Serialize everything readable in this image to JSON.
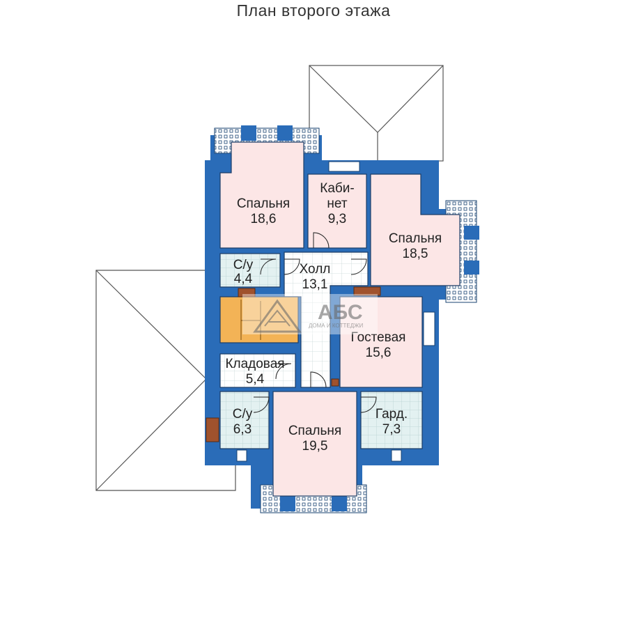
{
  "title": "План второго этажа",
  "logo": {
    "text": "АБС",
    "subtitle": "ДОМА И КОТТЕДЖИ"
  },
  "rooms": [
    {
      "name": "Спальня",
      "area": "18,6"
    },
    {
      "name_line1": "Каби-",
      "name_line2": "нет",
      "area": "9,3"
    },
    {
      "name": "Спальня",
      "area": "18,5"
    },
    {
      "name": "С/у",
      "area": "4,4"
    },
    {
      "name": "Холл",
      "area": "13,1"
    },
    {
      "name": "Гостевая",
      "area": "15,6"
    },
    {
      "name": "Кладовая",
      "area": "5,4"
    },
    {
      "name": "С/у",
      "area": "6,3"
    },
    {
      "name": "Спальня",
      "area": "19,5"
    },
    {
      "name": "Гард.",
      "area": "7,3"
    }
  ],
  "colors": {
    "wall": "#2a6cb8",
    "bedroom": "#fce6e6",
    "tile": "#e3f1f1",
    "stair": "#f3b356"
  }
}
